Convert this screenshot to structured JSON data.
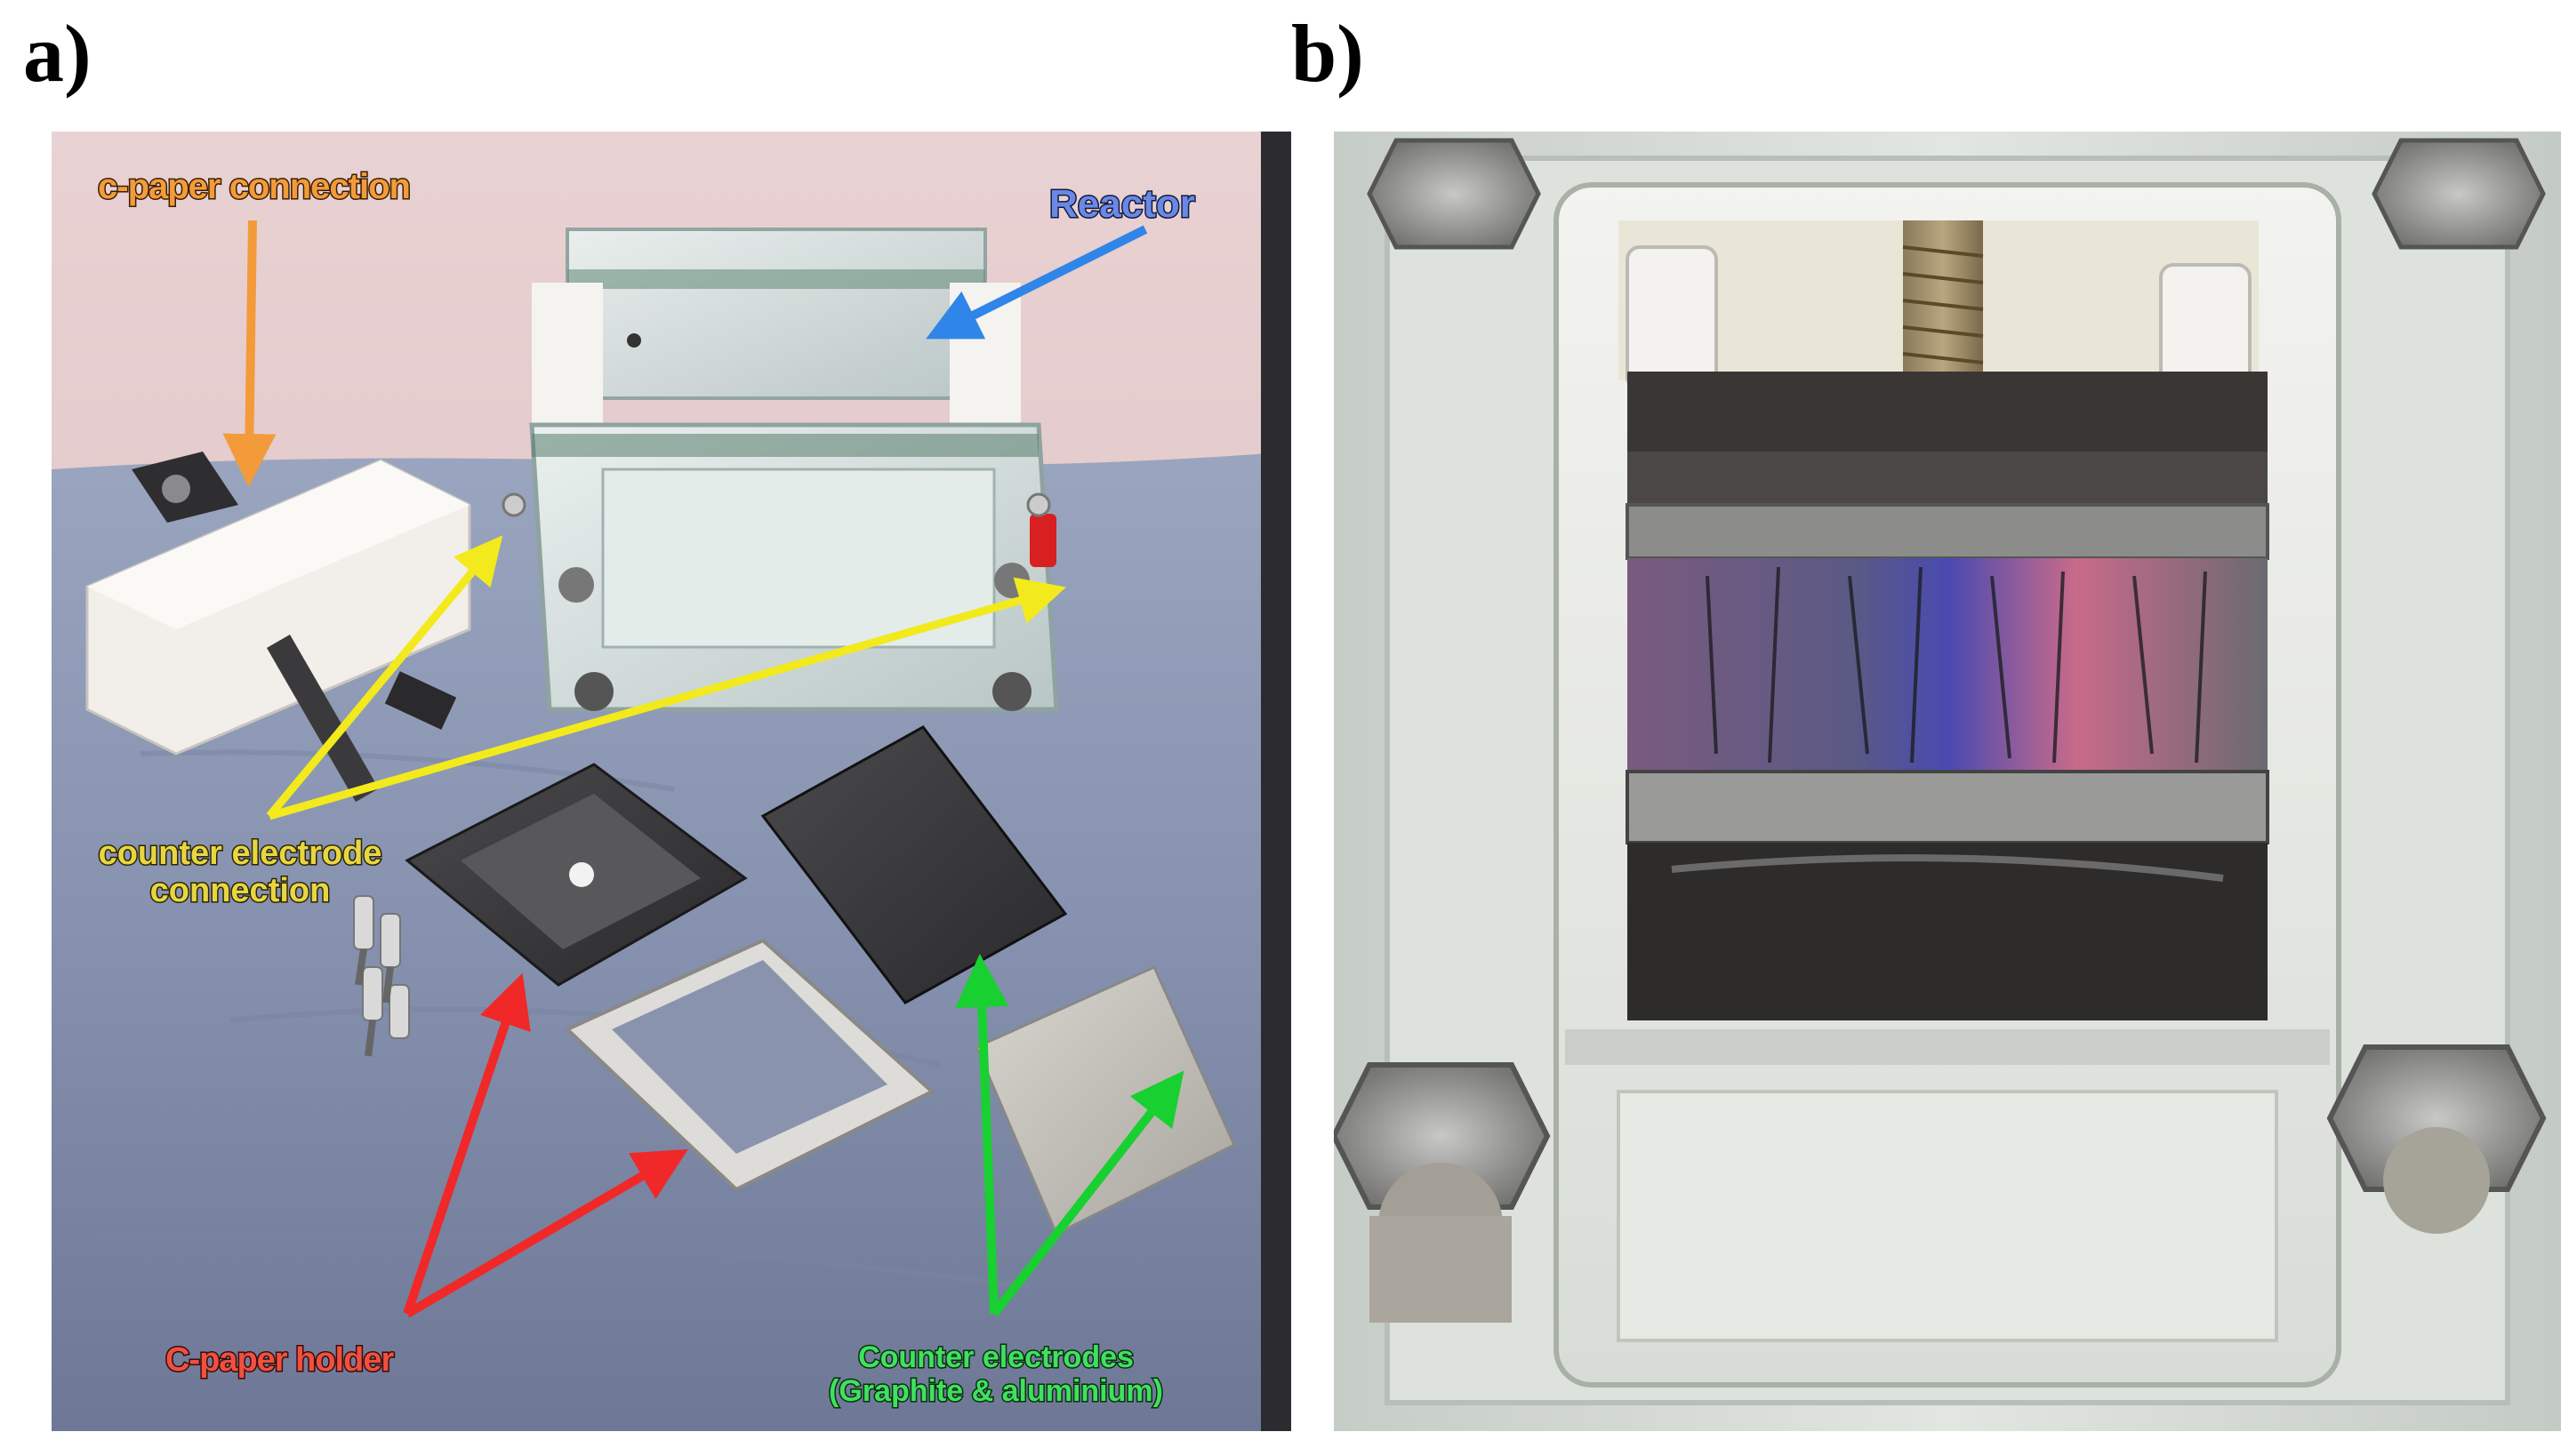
{
  "panels": {
    "a": {
      "letter": "a)"
    },
    "b": {
      "letter": "b)"
    }
  },
  "labels": {
    "cpaper_connection": "c-paper connection",
    "reactor": "Reactor",
    "counter_electrode_connection": "counter electrode connection",
    "cpaper_holder": "C-paper holder",
    "counter_electrodes_line1": "Counter electrodes",
    "counter_electrodes_line2": "(Graphite & aluminium)"
  },
  "colors": {
    "orange_arrow": "#f39b3a",
    "blue_arrow": "#2f86e8",
    "yellow_arrow": "#f2ea1c",
    "red_arrow": "#f02828",
    "green_arrow": "#18d030"
  }
}
